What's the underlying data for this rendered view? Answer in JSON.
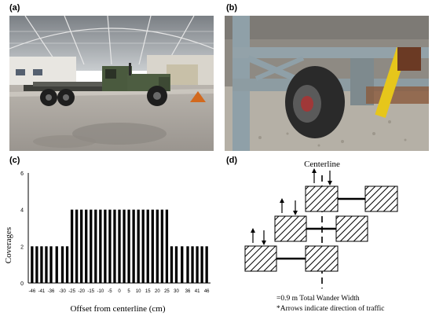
{
  "panels": {
    "a": {
      "label": "(a)"
    },
    "b": {
      "label": "(b)"
    },
    "c": {
      "label": "(c)"
    },
    "d": {
      "label": "(d)"
    }
  },
  "chart_data": {
    "type": "bar",
    "ylabel": "Coverages",
    "xlabel": "Offset from centerline (cm)",
    "ylim": [
      0,
      6
    ],
    "yticks": [
      0,
      2,
      4,
      6
    ],
    "xtick_labels": [
      "-46",
      "-41",
      "-36",
      "-30",
      "-25",
      "-20",
      "-15",
      "-10",
      "-5",
      "0",
      "5",
      "10",
      "15",
      "20",
      "25",
      "30",
      "36",
      "41",
      "46"
    ],
    "x": [
      -46,
      -43.5,
      -41,
      -38.5,
      -36,
      -33,
      -30,
      -27.5,
      -25,
      -22.5,
      -20,
      -17.5,
      -15,
      -12.5,
      -10,
      -7.5,
      -5,
      -2.5,
      0,
      2.5,
      5,
      7.5,
      10,
      12.5,
      15,
      17.5,
      20,
      22.5,
      25,
      27.5,
      30,
      33,
      36,
      38.5,
      41,
      43.5,
      46
    ],
    "values": [
      2,
      2,
      2,
      2,
      2,
      2,
      2,
      2,
      4,
      4,
      4,
      4,
      4,
      4,
      4,
      4,
      4,
      4,
      4,
      4,
      4,
      4,
      4,
      4,
      4,
      4,
      4,
      4,
      4,
      2,
      2,
      2,
      2,
      2,
      2,
      2,
      2
    ],
    "bar_color": "#000000"
  },
  "diagram": {
    "centerline_label": "Centerline",
    "note_width": "=0.9 m Total Wander Width",
    "note_arrows": "*Arrows indicate direction of traffic"
  }
}
